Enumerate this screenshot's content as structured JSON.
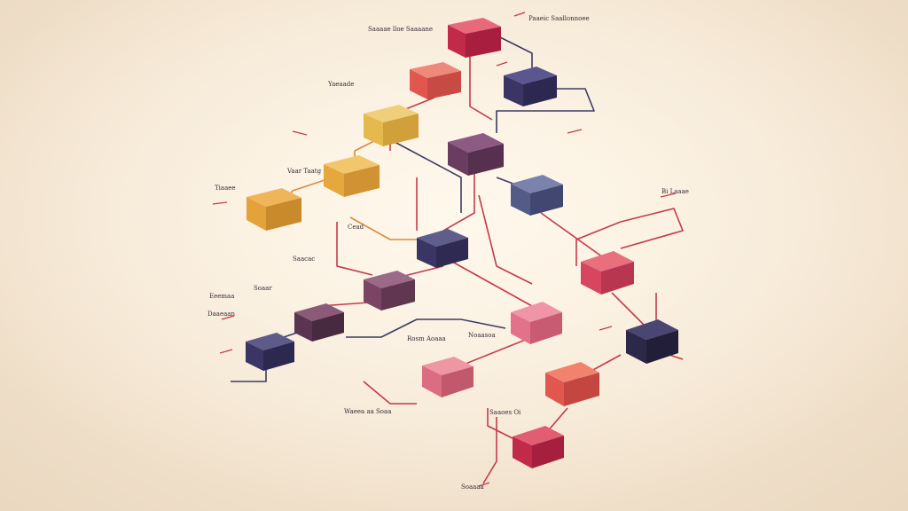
{
  "palette": {
    "red": "#d7455f",
    "coral": "#e1574f",
    "crimson": "#c22a4a",
    "navy": "#3a3564",
    "plum": "#6a3c60",
    "orange": "#e3a23a",
    "gold": "#e6b94d",
    "slate": "#535b86",
    "pink": "#e27189",
    "wire_red": "#c33b4b",
    "wire_navy": "#3d3b63",
    "wire_orange": "#d98a3c"
  },
  "labels": {
    "top_left": "Saaaae lloe Saaaane",
    "top_right": "Paaeic Saallonnoee",
    "upper_left": "Yaeaade",
    "left_1": "Vaar Taatg",
    "left_2": "Tiaaee",
    "mid_left": "Cead",
    "left_3": "Saacac",
    "left_4": "Soaar",
    "left_5": "Eeemaa",
    "left_6": "Daaeaan",
    "center_1": "Rosm Aoaaa",
    "center_2": "Noaasoa",
    "right_1": "Bi Laaae",
    "lower_1": "Saaoes Oi",
    "lower_2": "Waeea aa Soaa",
    "bottom": "Soaaaa"
  }
}
